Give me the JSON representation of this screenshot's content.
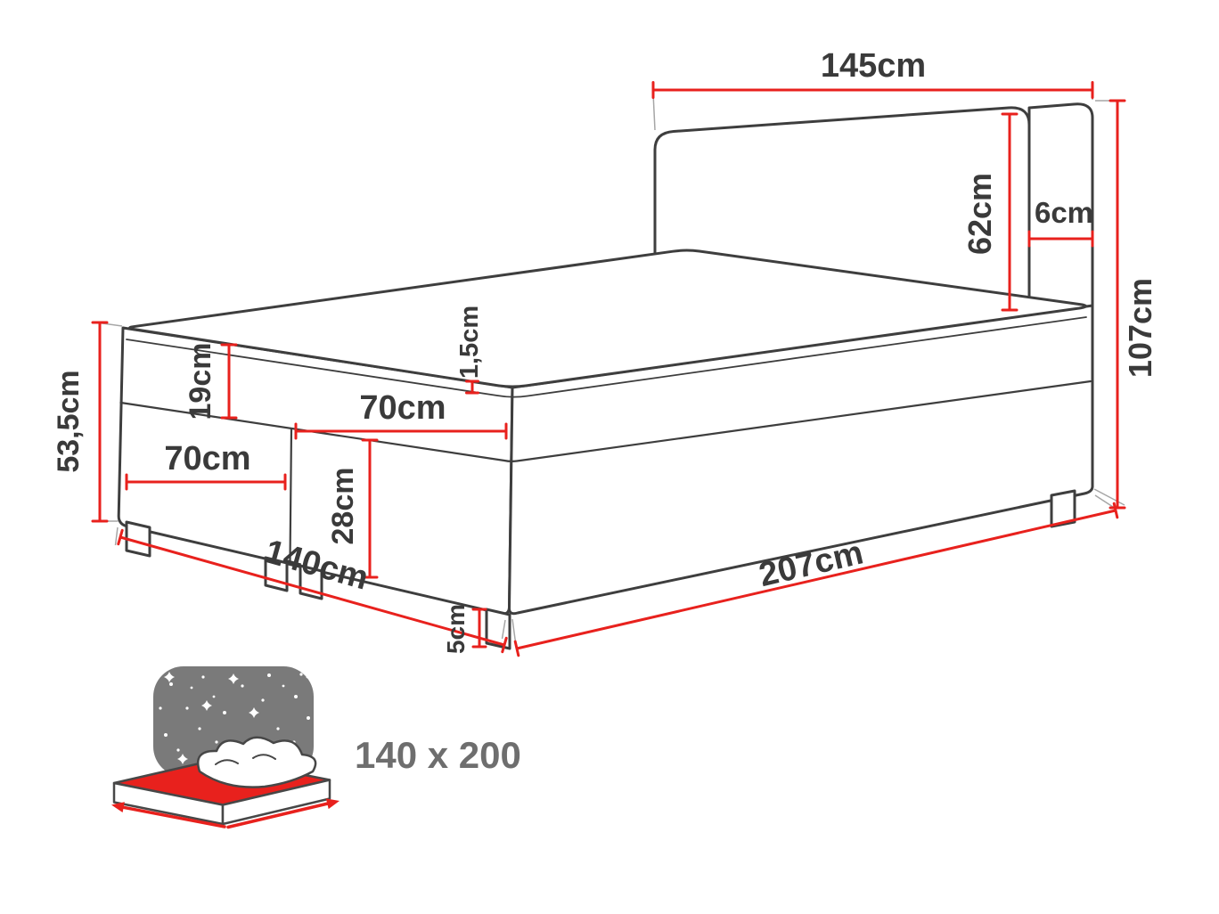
{
  "colors": {
    "red": "#e8211d",
    "outline": "#3e3e3e",
    "label": "#3a3a3a",
    "icon_gray": "#7a7a7a",
    "size_text": "#6e6e6e"
  },
  "dims": {
    "headboard_width": "145cm",
    "headboard_height": "62cm",
    "headboard_depth": "6cm",
    "total_height": "107cm",
    "base_height": "53,5cm",
    "mattress_height": "19cm",
    "topper_height": "1,5cm",
    "half_width_upper": "70cm",
    "half_width_lower": "70cm",
    "box_height": "28cm",
    "bed_width": "140cm",
    "bed_length": "207cm",
    "leg_height": "5cm"
  },
  "icon": {
    "size_label": "140 x 200"
  }
}
